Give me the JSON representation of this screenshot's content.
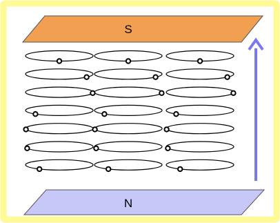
{
  "figure": {
    "poles": {
      "top": {
        "label": "S",
        "color": "#f0a050"
      },
      "bottom": {
        "label": "N",
        "color": "#c8c8f8"
      }
    },
    "colors": {
      "frame_border": "#fffa96",
      "frame_fill": "#ffffff",
      "arrow": "#7878f0",
      "orbit": "#000000",
      "electron": "#000000"
    },
    "arrow": {
      "direction": "up"
    },
    "orbit_grid": {
      "rows": 7,
      "columns": 3,
      "electron_phase_by_row": [
        0.5,
        0.8,
        0.95,
        0.25,
        0.05,
        0.1,
        0.3
      ]
    }
  }
}
